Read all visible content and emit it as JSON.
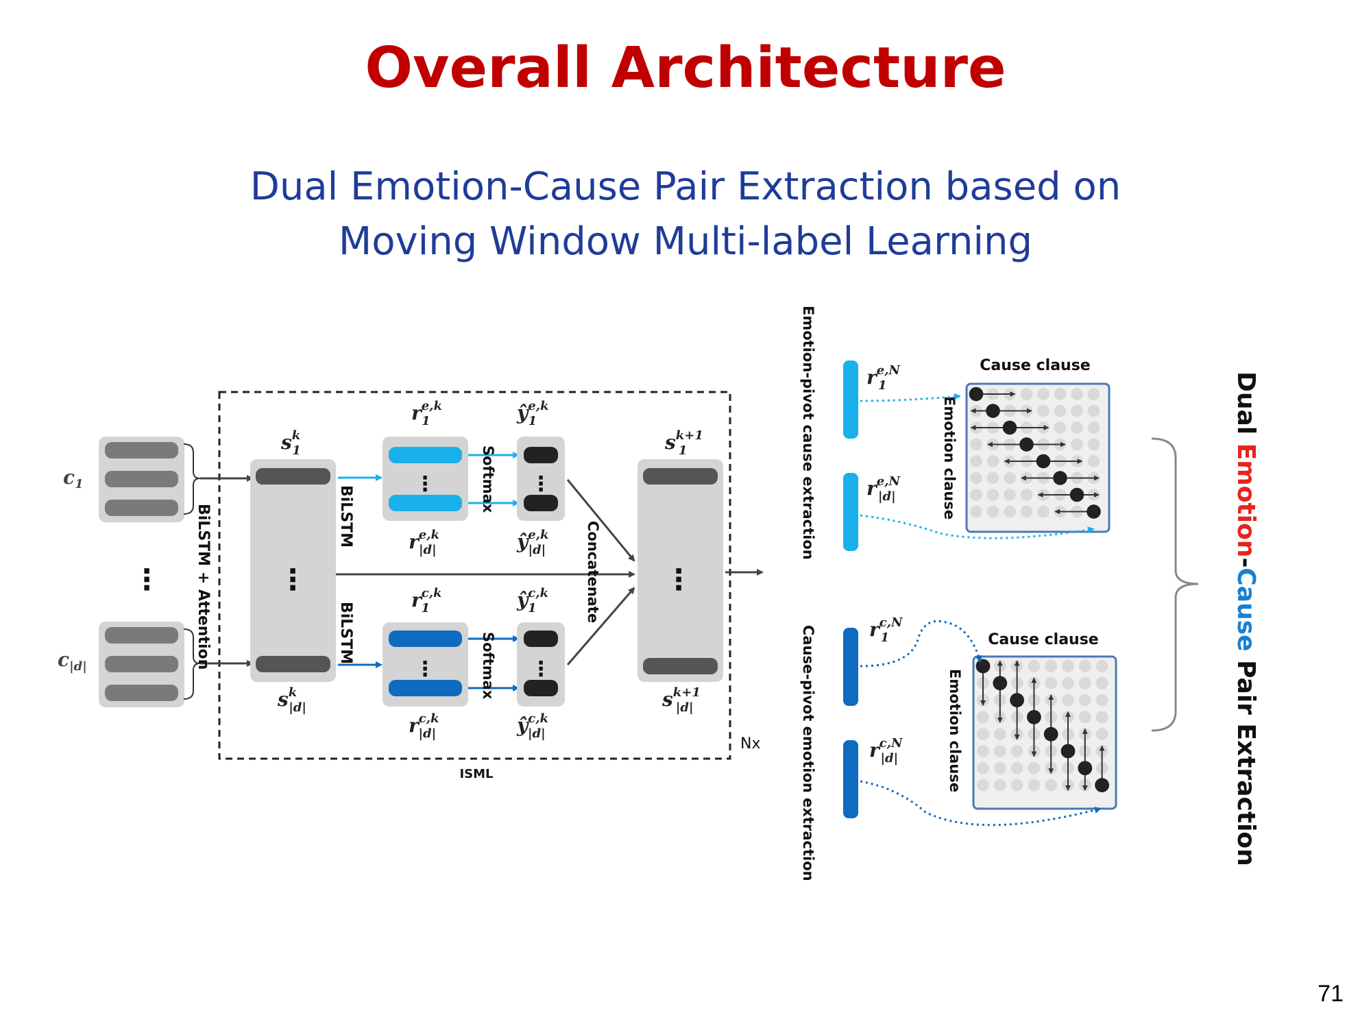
{
  "slide": {
    "title": "Overall Architecture",
    "subtitle_line1": "Dual Emotion-Cause Pair Extraction based on",
    "subtitle_line2": "Moving Window Multi-label Learning",
    "page_number": "71"
  },
  "diagram": {
    "clause_first": "c",
    "clause_first_sub": "1",
    "clause_last": "c",
    "clause_last_sub": "|d|",
    "encoder_label": "BiLSTM + Attention",
    "bilstm_label": "BiLSTM",
    "softmax_label": "Softmax",
    "concat_label": "Concatenate",
    "ism_label": "ISML",
    "repeat_label": "Nx",
    "s_first": "s",
    "s_first_sup": "k",
    "s_first_sub": "1",
    "s_last": "s",
    "s_last_sup": "k",
    "s_last_sub": "|d|",
    "s_next_first": "s",
    "s_next_first_sup": "k+1",
    "s_next_first_sub": "1",
    "s_next_last": "s",
    "s_next_last_sup": "k+1",
    "s_next_last_sub": "|d|",
    "re_first": "r",
    "re_first_sup": "e,k",
    "re_first_sub": "1",
    "re_last": "r",
    "re_last_sup": "e,k",
    "re_last_sub": "|d|",
    "rc_first": "r",
    "rc_first_sup": "c,k",
    "rc_first_sub": "1",
    "rc_last": "r",
    "rc_last_sup": "c,k",
    "rc_last_sub": "|d|",
    "ye_first": "ŷ",
    "ye_first_sup": "e,k",
    "ye_first_sub": "1",
    "ye_last": "ŷ",
    "ye_last_sup": "e,k",
    "ye_last_sub": "|d|",
    "yc_first": "ŷ",
    "yc_first_sup": "c,k",
    "yc_first_sub": "1",
    "yc_last": "ŷ",
    "yc_last_sup": "c,k",
    "yc_last_sub": "|d|",
    "dots": "⋮",
    "emotion_pivot_label": "Emotion-pivot cause extraction",
    "cause_pivot_label": "Cause-pivot emotion extraction",
    "cause_clause_label": "Cause clause",
    "emotion_clause_label": "Emotion clause",
    "reN_first": "r",
    "reN_first_sup": "e,N",
    "reN_first_sub": "1",
    "reN_last": "r",
    "reN_last_sup": "e,N",
    "reN_last_sub": "|d|",
    "rcN_first": "r",
    "rcN_first_sup": "c,N",
    "rcN_first_sub": "1",
    "rcN_last": "r",
    "rcN_last_sup": "c,N",
    "rcN_last_sub": "|d|",
    "side_label_part1": "Dual ",
    "side_label_part2": "Emotion",
    "side_label_part3": "-",
    "side_label_part4": "Cause",
    "side_label_part5": " Pair Extraction"
  },
  "colors": {
    "title": "#c00000",
    "subtitle": "#1f3c99",
    "emotion_blue": "#1ab0ec",
    "cause_blue": "#0e6bbf",
    "side_red": "#e8231d",
    "side_blue": "#1a7fd0"
  }
}
